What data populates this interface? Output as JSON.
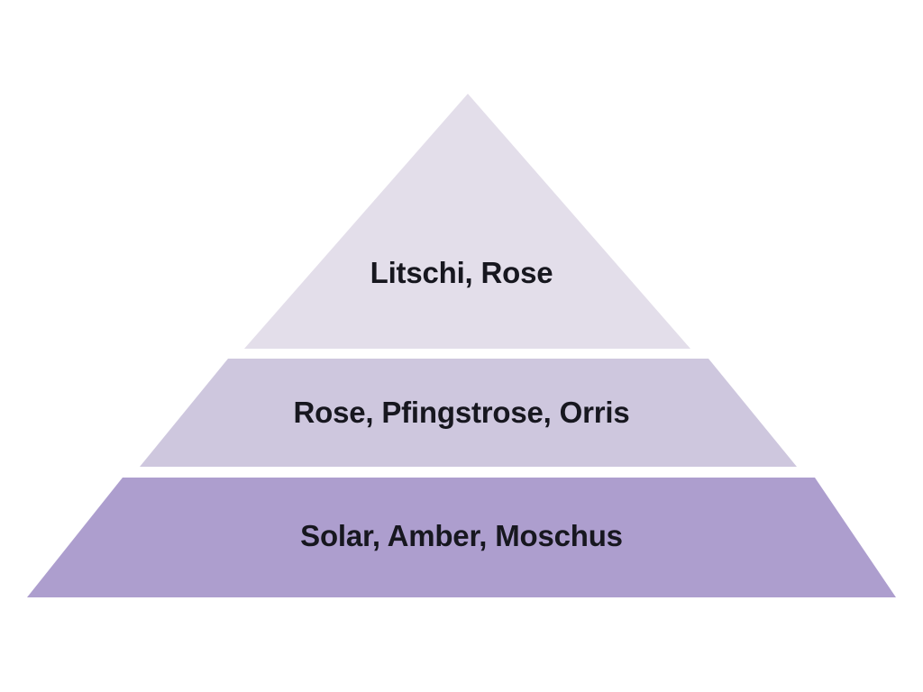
{
  "diagram": {
    "type": "pyramid",
    "background_color": "#FFFFFF",
    "tier_count": 3,
    "title": "",
    "tiers": [
      {
        "position": "top",
        "label": "Litschi, Rose",
        "fill_color": "#E3DEEA",
        "notes": [
          "Litschi",
          "Rose"
        ]
      },
      {
        "position": "middle",
        "label": "Rose, Pfingstrose, Orris",
        "fill_color": "#CEC7DE",
        "notes": [
          "Rose",
          "Pfingstrose",
          "Orris"
        ]
      },
      {
        "position": "bottom",
        "label": "Solar, Amber, Moschus",
        "fill_color": "#AD9ECE",
        "notes": [
          "Solar",
          "Amber",
          "Moschus"
        ]
      }
    ],
    "text_color": "#17171F",
    "separator_color": "#FFFFFF"
  }
}
